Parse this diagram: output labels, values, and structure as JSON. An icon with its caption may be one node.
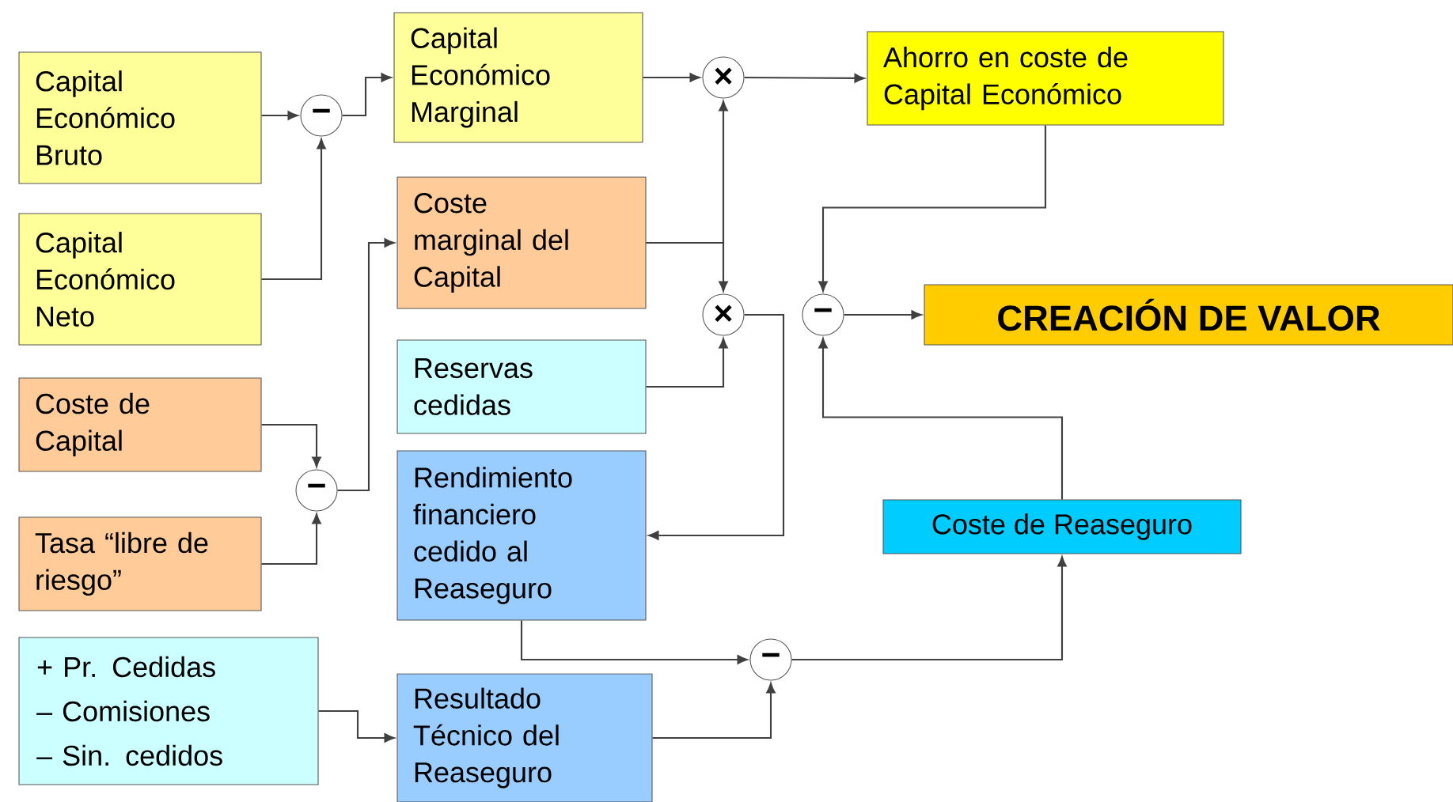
{
  "diagram": {
    "nodes": [
      {
        "text": [
          "Capital Económico Bruto"
        ]
      },
      {
        "text": [
          "Capital Económico Neto"
        ]
      },
      {
        "text": [
          "Coste de Capital"
        ]
      },
      {
        "text": [
          "Tasa “libre de riesgo”"
        ]
      },
      {
        "text": [
          "+ Pr. Cedidas",
          "– Comisiones",
          "– Sin. cedidos"
        ]
      },
      {
        "text": [
          "Capital Económico Marginal"
        ]
      },
      {
        "text": [
          "Coste marginal del Capital"
        ]
      },
      {
        "text": [
          "Reservas cedidas"
        ]
      },
      {
        "text": [
          "Rendimiento financiero cedido al Reaseguro"
        ]
      },
      {
        "text": [
          "Resultado Técnico del Reaseguro"
        ]
      },
      {
        "text": [
          "Ahorro en coste de Capital Económico"
        ]
      },
      {
        "text": [
          "CREACIÓN DE VALOR"
        ]
      },
      {
        "text": [
          "Coste de Reaseguro"
        ]
      },
      {
        "text": [
          "−"
        ]
      },
      {
        "text": [
          "−"
        ]
      },
      {
        "text": [
          "×"
        ]
      },
      {
        "text": [
          "×"
        ]
      },
      {
        "text": [
          "−"
        ]
      },
      {
        "text": [
          "−"
        ]
      }
    ],
    "edges": [
      {
        "from": 0,
        "to": 13,
        "arrow": "to"
      },
      {
        "from": 1,
        "to": 13,
        "arrow": "to"
      },
      {
        "from": 13,
        "to": 5,
        "arrow": "to"
      },
      {
        "from": 2,
        "to": 14,
        "arrow": "to"
      },
      {
        "from": 3,
        "to": 14,
        "arrow": "to"
      },
      {
        "from": 14,
        "to": 6,
        "arrow": "to"
      },
      {
        "from": 5,
        "to": 15,
        "arrow": "to"
      },
      {
        "from": 6,
        "to": 15,
        "arrow": "to"
      },
      {
        "from": 6,
        "to": 16,
        "arrow": "to"
      },
      {
        "from": 7,
        "to": 16,
        "arrow": "to"
      },
      {
        "from": 15,
        "to": 10,
        "arrow": "to"
      },
      {
        "from": 16,
        "to": 8,
        "arrow": "to"
      },
      {
        "from": 10,
        "to": 17,
        "arrow": "to"
      },
      {
        "from": 17,
        "to": 11,
        "arrow": "to"
      },
      {
        "from": 12,
        "to": 17,
        "arrow": "to"
      },
      {
        "from": 8,
        "to": 18,
        "arrow": "to"
      },
      {
        "from": 9,
        "to": 18,
        "arrow": "to"
      },
      {
        "from": 18,
        "to": 12,
        "arrow": "to"
      },
      {
        "from": 4,
        "to": 9,
        "arrow": "to"
      }
    ]
  }
}
